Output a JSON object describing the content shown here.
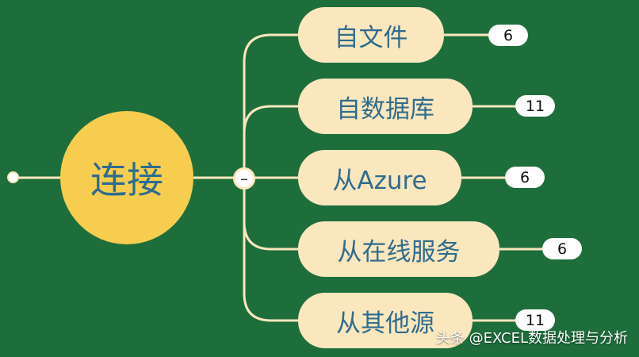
{
  "root": {
    "label": "连接",
    "toggle_symbol": "–"
  },
  "branches": [
    {
      "label": "自文件",
      "count": "6"
    },
    {
      "label": "自数据库",
      "count": "11"
    },
    {
      "label": "从Azure",
      "count": "6"
    },
    {
      "label": "从在线服务",
      "count": "6"
    },
    {
      "label": "从其他源",
      "count": "11"
    }
  ],
  "watermark": "头条 @EXCEL数据处理与分析",
  "colors": {
    "background": "#1e6e3c",
    "root_fill": "#f7cd4f",
    "node_fill": "#fbe7bd",
    "text": "#2e6c8f",
    "badge_fill": "#ffffff",
    "connector": "#fbe7bd"
  }
}
